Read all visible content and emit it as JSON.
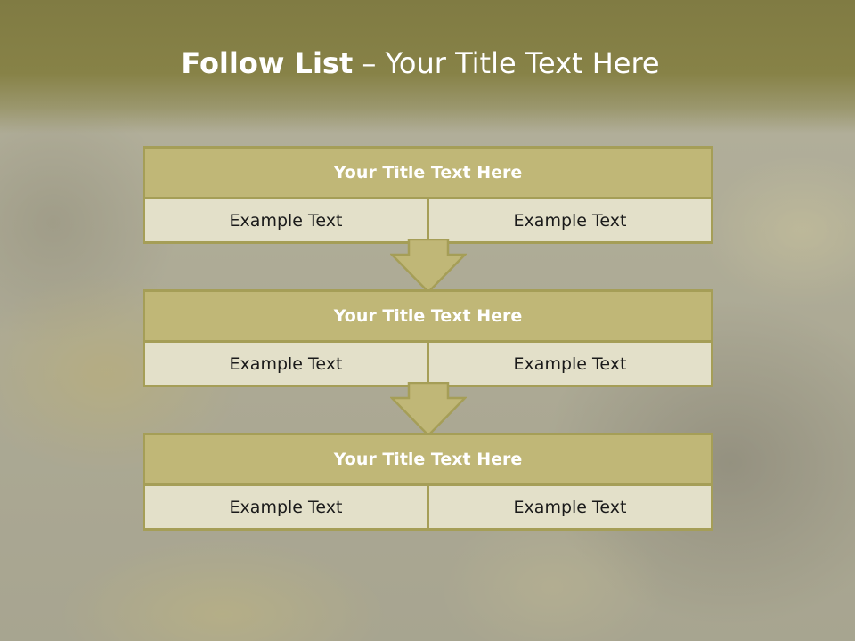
{
  "slide": {
    "title_bold": "Follow List",
    "title_rest": " – Your Title Text Here"
  },
  "blocks": [
    {
      "header": "Your Title Text Here",
      "cells": [
        "Example Text",
        "Example Text"
      ]
    },
    {
      "header": "Your Title Text Here",
      "cells": [
        "Example Text",
        "Example Text"
      ]
    },
    {
      "header": "Your Title Text Here",
      "cells": [
        "Example Text",
        "Example Text"
      ]
    }
  ],
  "icons": {
    "connector": "down-arrow-icon"
  },
  "colors": {
    "banner": "#807b43",
    "header_fill": "#c0b777",
    "border": "#a59e57",
    "cell_fill": "#e3e0c9",
    "arrow_fill": "#c0b777"
  }
}
